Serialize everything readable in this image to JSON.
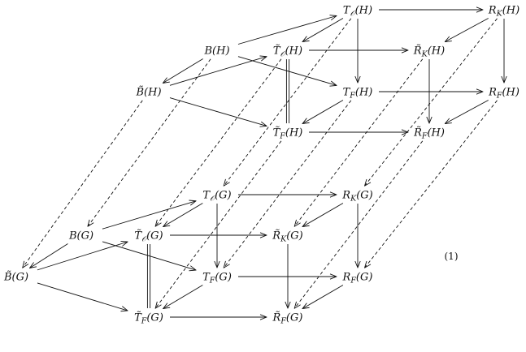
{
  "diagram": {
    "equation_label": "(1)",
    "nodes": {
      "TO_H": {
        "base": "T",
        "sub": "𝒪",
        "arg": "H",
        "tilde": false
      },
      "RK_H": {
        "base": "R",
        "sub": "K",
        "arg": "H",
        "tilde": false
      },
      "B_H": {
        "base": "B",
        "sub": "",
        "arg": "H",
        "tilde": false
      },
      "tTO_H": {
        "base": "T",
        "sub": "𝒪",
        "arg": "H",
        "tilde": true
      },
      "tRK_H": {
        "base": "R",
        "sub": "K",
        "arg": "H",
        "tilde": true
      },
      "tB_H": {
        "base": "B",
        "sub": "",
        "arg": "H",
        "tilde": true
      },
      "TF_H": {
        "base": "T",
        "sub": "F",
        "arg": "H",
        "tilde": false
      },
      "RF_H": {
        "base": "R",
        "sub": "F",
        "arg": "H",
        "tilde": false
      },
      "tTF_H": {
        "base": "T",
        "sub": "F",
        "arg": "H",
        "tilde": true
      },
      "tRF_H": {
        "base": "R",
        "sub": "F",
        "arg": "H",
        "tilde": true
      },
      "TO_G": {
        "base": "T",
        "sub": "𝒪",
        "arg": "G",
        "tilde": false
      },
      "RK_G": {
        "base": "R",
        "sub": "K",
        "arg": "G",
        "tilde": false
      },
      "B_G": {
        "base": "B",
        "sub": "",
        "arg": "G",
        "tilde": false
      },
      "tTO_G": {
        "base": "T",
        "sub": "𝒪",
        "arg": "G",
        "tilde": true
      },
      "tRK_G": {
        "base": "R",
        "sub": "K",
        "arg": "G",
        "tilde": true
      },
      "tB_G": {
        "base": "B",
        "sub": "",
        "arg": "G",
        "tilde": true
      },
      "TF_G": {
        "base": "T",
        "sub": "F",
        "arg": "G",
        "tilde": false
      },
      "RF_G": {
        "base": "R",
        "sub": "F",
        "arg": "G",
        "tilde": false
      },
      "tTF_G": {
        "base": "T",
        "sub": "F",
        "arg": "G",
        "tilde": true
      },
      "tRF_G": {
        "base": "R",
        "sub": "F",
        "arg": "G",
        "tilde": true
      }
    },
    "edges": [
      {
        "from": "TO_H",
        "to": "RK_H",
        "style": "solid"
      },
      {
        "from": "B_H",
        "to": "TO_H",
        "style": "solid"
      },
      {
        "from": "TO_H",
        "to": "tTO_H",
        "style": "solid"
      },
      {
        "from": "TO_H",
        "to": "TF_H",
        "style": "solid"
      },
      {
        "from": "RK_H",
        "to": "tRK_H",
        "style": "solid"
      },
      {
        "from": "RK_H",
        "to": "RF_H",
        "style": "solid"
      },
      {
        "from": "B_H",
        "to": "tB_H",
        "style": "solid"
      },
      {
        "from": "B_H",
        "to": "TF_H",
        "style": "solid"
      },
      {
        "from": "tB_H",
        "to": "tTO_H",
        "style": "solid"
      },
      {
        "from": "tB_H",
        "to": "tTF_H",
        "style": "solid"
      },
      {
        "from": "tTO_H",
        "to": "tRK_H",
        "style": "solid"
      },
      {
        "from": "tTO_H",
        "to": "tTF_H",
        "style": "double"
      },
      {
        "from": "tRK_H",
        "to": "tRF_H",
        "style": "solid"
      },
      {
        "from": "TF_H",
        "to": "RF_H",
        "style": "solid"
      },
      {
        "from": "TF_H",
        "to": "tTF_H",
        "style": "solid"
      },
      {
        "from": "RF_H",
        "to": "tRF_H",
        "style": "solid"
      },
      {
        "from": "tTF_H",
        "to": "tRF_H",
        "style": "solid"
      },
      {
        "from": "TO_G",
        "to": "RK_G",
        "style": "solid"
      },
      {
        "from": "B_G",
        "to": "TO_G",
        "style": "solid"
      },
      {
        "from": "TO_G",
        "to": "tTO_G",
        "style": "solid"
      },
      {
        "from": "TO_G",
        "to": "TF_G",
        "style": "solid"
      },
      {
        "from": "RK_G",
        "to": "tRK_G",
        "style": "solid"
      },
      {
        "from": "RK_G",
        "to": "RF_G",
        "style": "solid"
      },
      {
        "from": "B_G",
        "to": "tB_G",
        "style": "solid"
      },
      {
        "from": "B_G",
        "to": "TF_G",
        "style": "solid"
      },
      {
        "from": "tB_G",
        "to": "tTO_G",
        "style": "solid"
      },
      {
        "from": "tB_G",
        "to": "tTF_G",
        "style": "solid"
      },
      {
        "from": "tTO_G",
        "to": "tRK_G",
        "style": "solid"
      },
      {
        "from": "tTO_G",
        "to": "tTF_G",
        "style": "double"
      },
      {
        "from": "tRK_G",
        "to": "tRF_G",
        "style": "solid"
      },
      {
        "from": "TF_G",
        "to": "RF_G",
        "style": "solid"
      },
      {
        "from": "TF_G",
        "to": "tTF_G",
        "style": "solid"
      },
      {
        "from": "RF_G",
        "to": "tRF_G",
        "style": "solid"
      },
      {
        "from": "tTF_G",
        "to": "tRF_G",
        "style": "solid"
      },
      {
        "from": "TO_H",
        "to": "TO_G",
        "style": "dashed"
      },
      {
        "from": "RK_H",
        "to": "RK_G",
        "style": "dashed"
      },
      {
        "from": "B_H",
        "to": "B_G",
        "style": "dashed"
      },
      {
        "from": "tTO_H",
        "to": "tTO_G",
        "style": "dashed"
      },
      {
        "from": "tRK_H",
        "to": "tRK_G",
        "style": "dashed"
      },
      {
        "from": "tB_H",
        "to": "tB_G",
        "style": "dashed"
      },
      {
        "from": "TF_H",
        "to": "TF_G",
        "style": "dashed"
      },
      {
        "from": "RF_H",
        "to": "RF_G",
        "style": "dashed"
      },
      {
        "from": "tTF_H",
        "to": "tTF_G",
        "style": "dashed"
      },
      {
        "from": "tRF_H",
        "to": "tRF_G",
        "style": "dashed"
      }
    ]
  }
}
